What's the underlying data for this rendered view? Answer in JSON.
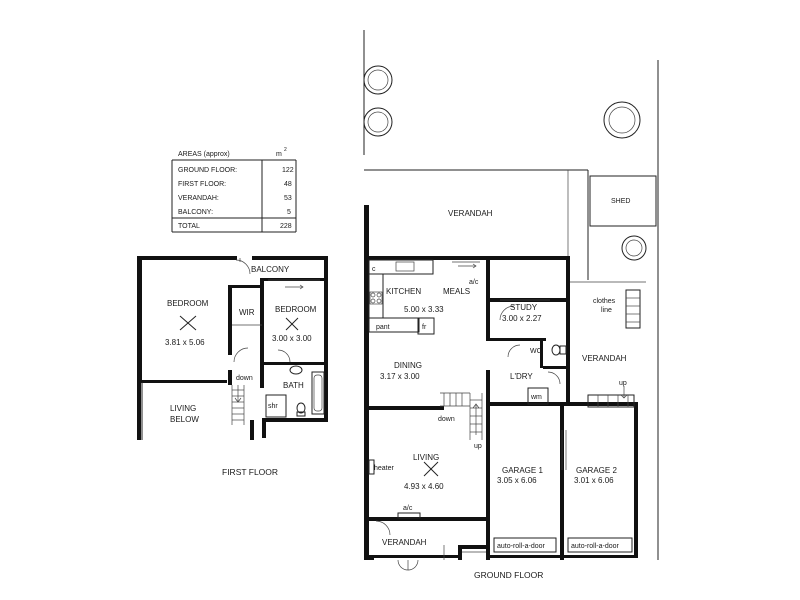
{
  "areas": {
    "title": "AREAS (approx)",
    "unit": "m",
    "unit_sup": "2",
    "rows": [
      {
        "label": "GROUND FLOOR:",
        "value": "122"
      },
      {
        "label": "FIRST FLOOR:",
        "value": "48"
      },
      {
        "label": "VERANDAH:",
        "value": "53"
      },
      {
        "label": "BALCONY:",
        "value": "5"
      },
      {
        "label": "TOTAL",
        "value": "228"
      }
    ]
  },
  "first_floor": {
    "title": "FIRST FLOOR",
    "balcony": "BALCONY",
    "bedroom1": {
      "name": "BEDROOM",
      "dims": "3.81 x 5.06"
    },
    "wir": "WIR",
    "bedroom2": {
      "name": "BEDROOM",
      "dims": "3.00 x 3.00"
    },
    "bath": "BATH",
    "shr": "shr",
    "down": "down",
    "living_below_1": "LIVING",
    "living_below_2": "BELOW"
  },
  "ground_floor": {
    "title": "GROUND FLOOR",
    "verandah_top": "VERANDAH",
    "shed": "SHED",
    "c": "c",
    "kitchen": "KITCHEN",
    "meals": "MEALS",
    "ac_meals": "a/c",
    "kitchen_dims": "5.00 x 3.33",
    "pant": "pant",
    "fr": "fr",
    "study": {
      "name": "STUDY",
      "dims": "3.00 x 2.27"
    },
    "clothes_line_1": "clothes",
    "clothes_line_2": "line",
    "dining": {
      "name": "DINING",
      "dims": "3.17 x 3.00"
    },
    "wc": "WC",
    "ldry": "L'DRY",
    "wm": "wm",
    "verandah_side": "VERANDAH",
    "up_side": "up",
    "down": "down",
    "up": "up",
    "living": {
      "name": "LIVING",
      "dims": "4.93 x 4.60"
    },
    "heater": "heater",
    "garage1": {
      "name": "GARAGE 1",
      "dims": "3.05 x 6.06"
    },
    "garage2": {
      "name": "GARAGE 2",
      "dims": "3.01 x 6.06"
    },
    "ac_living": "a/c",
    "verandah_front": "VERANDAH",
    "auto_door_1": "auto-roll-a-door",
    "auto_door_2": "auto-roll-a-door"
  }
}
